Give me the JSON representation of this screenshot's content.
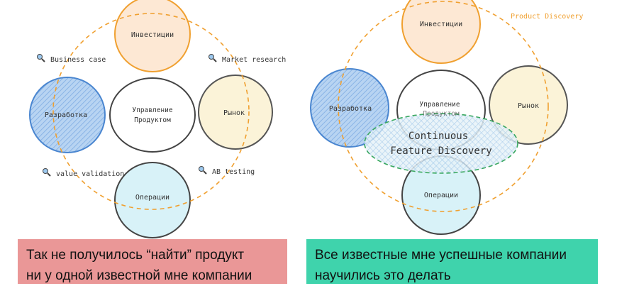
{
  "left": {
    "circles": {
      "investments": "Инвестиции",
      "development": "Разработка",
      "center_line1": "Управление",
      "center_line2": "Продуктом",
      "market": "Рынок",
      "operations": "Операции"
    },
    "labels": [
      "Business case",
      "Market research",
      "value validation",
      "AB testing"
    ],
    "caption_line1": "Так не получилось “найти” продукт",
    "caption_line2": "ни у одной известной мне компании"
  },
  "right": {
    "product_discovery": "Product Discovery",
    "circles": {
      "investments": "Инвестиции",
      "development": "Разработка",
      "center_line1": "Управление",
      "center_line2": "Продуктом",
      "market": "Рынок",
      "operations": "Операции"
    },
    "cfd_line1": "Continuous",
    "cfd_line2": "Feature Discovery",
    "caption_line1": "Все известные мне успешные компании",
    "caption_line2": "научились это делать"
  },
  "colors": {
    "orange": "#f0a030",
    "blue": "#4a86d0",
    "yellow": "#fbf3d8",
    "cyan": "#d8f2f8",
    "green": "#3aa860",
    "pink": "#ea9797",
    "teal": "#3fd3ac"
  }
}
